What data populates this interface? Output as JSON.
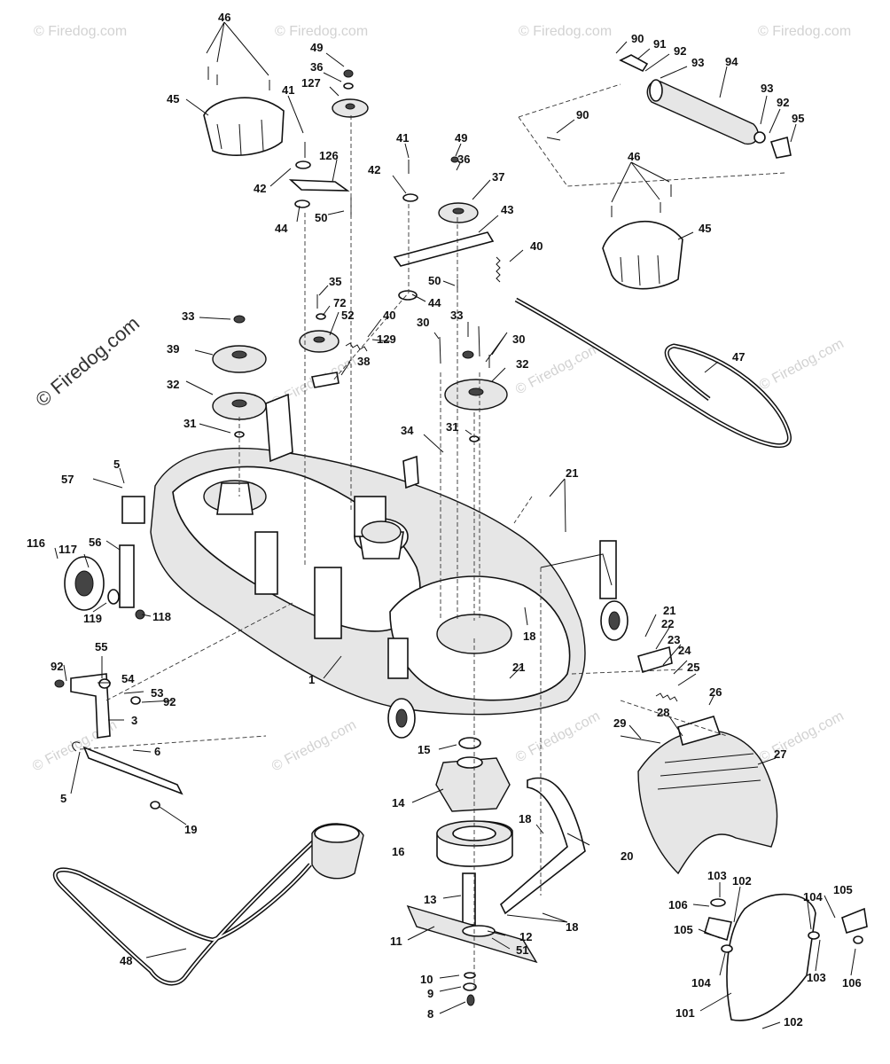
{
  "watermark": {
    "main": "© Firedog.com",
    "repeat": "© Firedog.com"
  },
  "callouts": [
    {
      "id": "46a",
      "text": "46"
    },
    {
      "id": "45a",
      "text": "45"
    },
    {
      "id": "49a",
      "text": "49"
    },
    {
      "id": "36a",
      "text": "36"
    },
    {
      "id": "127",
      "text": "127"
    },
    {
      "id": "41a",
      "text": "41"
    },
    {
      "id": "126",
      "text": "126"
    },
    {
      "id": "42a",
      "text": "42"
    },
    {
      "id": "44a",
      "text": "44"
    },
    {
      "id": "50a",
      "text": "50"
    },
    {
      "id": "41b",
      "text": "41"
    },
    {
      "id": "42b",
      "text": "42"
    },
    {
      "id": "49b",
      "text": "49"
    },
    {
      "id": "36b",
      "text": "36"
    },
    {
      "id": "37",
      "text": "37"
    },
    {
      "id": "43",
      "text": "43"
    },
    {
      "id": "40a",
      "text": "40"
    },
    {
      "id": "50b",
      "text": "50"
    },
    {
      "id": "44b",
      "text": "44"
    },
    {
      "id": "90a",
      "text": "90"
    },
    {
      "id": "91",
      "text": "91"
    },
    {
      "id": "92a",
      "text": "92"
    },
    {
      "id": "93a",
      "text": "93"
    },
    {
      "id": "94",
      "text": "94"
    },
    {
      "id": "93b",
      "text": "93"
    },
    {
      "id": "92b",
      "text": "92"
    },
    {
      "id": "95",
      "text": "95"
    },
    {
      "id": "90b",
      "text": "90"
    },
    {
      "id": "46b",
      "text": "46"
    },
    {
      "id": "45b",
      "text": "45"
    },
    {
      "id": "47",
      "text": "47"
    },
    {
      "id": "35",
      "text": "35"
    },
    {
      "id": "72",
      "text": "72"
    },
    {
      "id": "52",
      "text": "52"
    },
    {
      "id": "40b",
      "text": "40"
    },
    {
      "id": "129",
      "text": "129"
    },
    {
      "id": "38",
      "text": "38"
    },
    {
      "id": "33a",
      "text": "33"
    },
    {
      "id": "39",
      "text": "39"
    },
    {
      "id": "32a",
      "text": "32"
    },
    {
      "id": "31a",
      "text": "31"
    },
    {
      "id": "30a",
      "text": "30"
    },
    {
      "id": "33b",
      "text": "33"
    },
    {
      "id": "30b",
      "text": "30"
    },
    {
      "id": "32b",
      "text": "32"
    },
    {
      "id": "31b",
      "text": "31"
    },
    {
      "id": "34",
      "text": "34"
    },
    {
      "id": "21a",
      "text": "21"
    },
    {
      "id": "5a",
      "text": "5"
    },
    {
      "id": "57",
      "text": "57"
    },
    {
      "id": "116",
      "text": "116"
    },
    {
      "id": "117",
      "text": "117"
    },
    {
      "id": "56",
      "text": "56"
    },
    {
      "id": "119",
      "text": "119"
    },
    {
      "id": "118",
      "text": "118"
    },
    {
      "id": "18a",
      "text": "18"
    },
    {
      "id": "21b",
      "text": "21"
    },
    {
      "id": "22",
      "text": "22"
    },
    {
      "id": "23",
      "text": "23"
    },
    {
      "id": "24",
      "text": "24"
    },
    {
      "id": "25",
      "text": "25"
    },
    {
      "id": "26",
      "text": "26"
    },
    {
      "id": "1",
      "text": "1"
    },
    {
      "id": "21c",
      "text": "21"
    },
    {
      "id": "55",
      "text": "55"
    },
    {
      "id": "92c",
      "text": "92"
    },
    {
      "id": "54",
      "text": "54"
    },
    {
      "id": "53",
      "text": "53"
    },
    {
      "id": "92d",
      "text": "92"
    },
    {
      "id": "3",
      "text": "3"
    },
    {
      "id": "6",
      "text": "6"
    },
    {
      "id": "5b",
      "text": "5"
    },
    {
      "id": "19",
      "text": "19"
    },
    {
      "id": "29",
      "text": "29"
    },
    {
      "id": "28",
      "text": "28"
    },
    {
      "id": "27",
      "text": "27"
    },
    {
      "id": "15",
      "text": "15"
    },
    {
      "id": "14",
      "text": "14"
    },
    {
      "id": "18b",
      "text": "18"
    },
    {
      "id": "16",
      "text": "16"
    },
    {
      "id": "20",
      "text": "20"
    },
    {
      "id": "13",
      "text": "13"
    },
    {
      "id": "12",
      "text": "12"
    },
    {
      "id": "51",
      "text": "51"
    },
    {
      "id": "11",
      "text": "11"
    },
    {
      "id": "18c",
      "text": "18"
    },
    {
      "id": "48",
      "text": "48"
    },
    {
      "id": "10",
      "text": "10"
    },
    {
      "id": "9",
      "text": "9"
    },
    {
      "id": "8",
      "text": "8"
    },
    {
      "id": "103a",
      "text": "103"
    },
    {
      "id": "102a",
      "text": "102"
    },
    {
      "id": "106a",
      "text": "106"
    },
    {
      "id": "104a",
      "text": "104"
    },
    {
      "id": "105a",
      "text": "105"
    },
    {
      "id": "105b",
      "text": "105"
    },
    {
      "id": "104b",
      "text": "104"
    },
    {
      "id": "103b",
      "text": "103"
    },
    {
      "id": "106b",
      "text": "106"
    },
    {
      "id": "101",
      "text": "101"
    },
    {
      "id": "102b",
      "text": "102"
    }
  ]
}
